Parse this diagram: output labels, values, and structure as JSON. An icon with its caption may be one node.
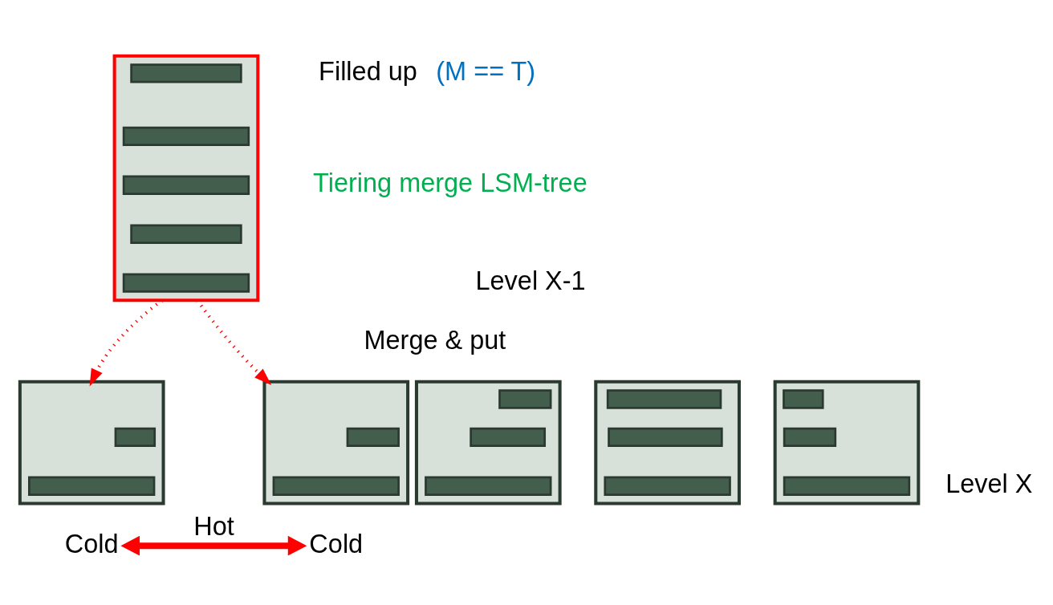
{
  "diagram": {
    "nodes": [
      {
        "text": [],
        "shape": "box",
        "beside": [
          "Filled up",
          "(M == T)"
        ]
      },
      {
        "text": [],
        "shape": "bar",
        "in": 0
      },
      {
        "text": [],
        "shape": "bar",
        "in": 0
      },
      {
        "text": [],
        "shape": "bar",
        "in": 0
      },
      {
        "text": [],
        "shape": "bar",
        "in": 0
      },
      {
        "text": [],
        "shape": "bar",
        "in": 0
      },
      {
        "text": [],
        "shape": "box"
      },
      {
        "text": [],
        "shape": "bar",
        "in": 6
      },
      {
        "text": [],
        "shape": "bar",
        "in": 6
      },
      {
        "text": [],
        "shape": "box"
      },
      {
        "text": [],
        "shape": "bar",
        "in": 9
      },
      {
        "text": [],
        "shape": "bar",
        "in": 9
      },
      {
        "text": [],
        "shape": "bar",
        "in": 9
      },
      {
        "text": [],
        "shape": "box"
      },
      {
        "text": [],
        "shape": "bar",
        "in": 13
      },
      {
        "text": [],
        "shape": "bar",
        "in": 13
      },
      {
        "text": [],
        "shape": "bar",
        "in": 13
      },
      {
        "text": [],
        "shape": "box"
      },
      {
        "text": [],
        "shape": "bar",
        "in": 17
      },
      {
        "text": [],
        "shape": "bar",
        "in": 17
      },
      {
        "text": [],
        "shape": "bar",
        "in": 17
      },
      {
        "text": [],
        "shape": "box"
      },
      {
        "text": [],
        "shape": "bar",
        "in": 21
      },
      {
        "text": [],
        "shape": "bar",
        "in": 21
      },
      {
        "text": [
          "Cold"
        ]
      },
      {
        "text": [
          "Cold"
        ]
      }
    ],
    "edges": [
      {
        "from": 0,
        "to": 6,
        "arrow": "to",
        "style": "dashed",
        "color": "#ff0000"
      },
      {
        "from": 0,
        "to": 21,
        "arrow": "to",
        "style": "dashed",
        "color": "#ff0000"
      },
      {
        "from": 24,
        "to": 25,
        "arrow": "both",
        "label": "Hot",
        "style": "thick",
        "color": "#ff0000"
      }
    ],
    "labels": [
      "Tiering merge LSM-tree",
      "Level X-1",
      "Merge & put",
      "Level X"
    ]
  }
}
